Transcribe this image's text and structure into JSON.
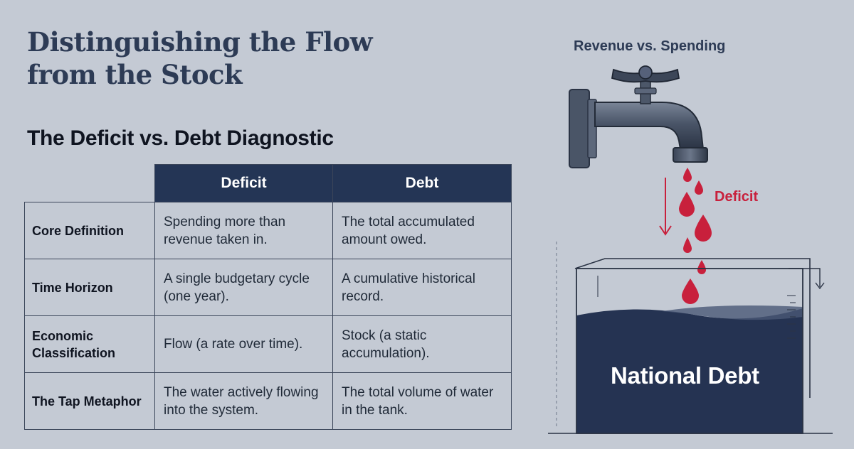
{
  "title": "Distinguishing the Flow from the Stock",
  "subtitle": "The Deficit vs. Debt Diagnostic",
  "table": {
    "columns": [
      "Deficit",
      "Debt"
    ],
    "rows": [
      {
        "label": "Core Definition",
        "deficit": "Spending more than revenue taken in.",
        "debt": "The total accumulated amount owed."
      },
      {
        "label": "Time Horizon",
        "deficit": "A single budgetary cycle (one year).",
        "debt": "A cumulative historical record."
      },
      {
        "label": "Economic Classification",
        "deficit": "Flow (a rate over time).",
        "debt": "Stock (a static accumulation)."
      },
      {
        "label": "The Tap Metaphor",
        "deficit": "The water actively flowing into the system.",
        "debt": "The total volume of water in the tank."
      }
    ]
  },
  "diagram": {
    "tap_label": "Revenue vs. Spending",
    "flow_label": "Deficit",
    "tank_label": "National Debt"
  },
  "colors": {
    "navy": "#243555",
    "water": "#253352",
    "drop": "#c8203c"
  }
}
